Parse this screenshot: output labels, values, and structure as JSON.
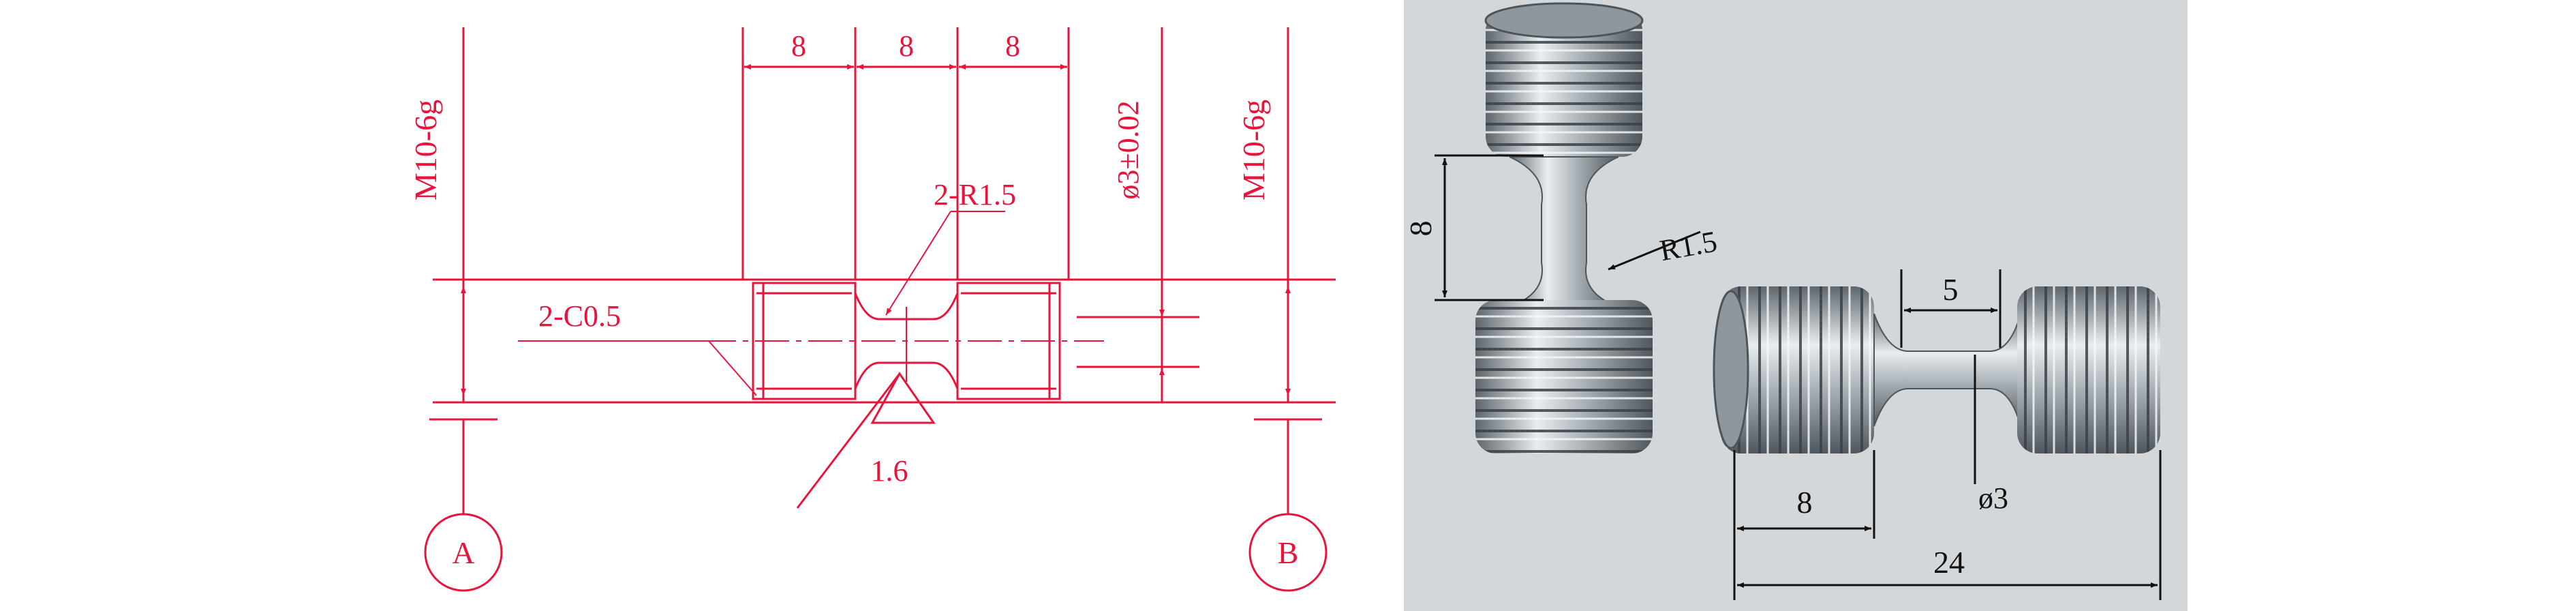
{
  "drawing": {
    "dims": {
      "left_len": "8",
      "mid_len": "8",
      "right_len": "8",
      "diameter": "ø3±0.02",
      "thread_left": "M10-6g",
      "thread_right": "M10-6g",
      "fillet": "2-R1.5",
      "chamfer": "2-C0.5",
      "roughness": "1.6"
    },
    "datums": [
      "A",
      "B"
    ]
  },
  "photo": {
    "labels": {
      "vertical_len": "8",
      "fillet": "R1.5",
      "gauge_len": "5",
      "thread_len": "8",
      "diameter": "ø3",
      "total_len": "24"
    }
  },
  "colors": {
    "drawing_line": "#e8143c",
    "photo_bg": "#d9dcdd",
    "metal": "#9aa3aa"
  }
}
